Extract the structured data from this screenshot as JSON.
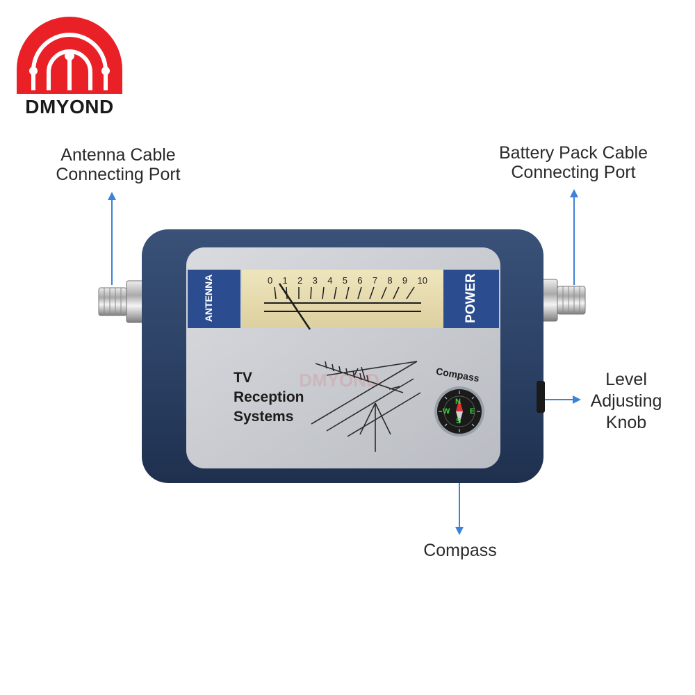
{
  "brand": {
    "name": "DMYOND",
    "colors": {
      "logo_red": "#ea2027",
      "logo_text": "#1a1a1a"
    }
  },
  "callouts": {
    "antenna_port": [
      "Antenna Cable",
      "Connecting Port"
    ],
    "battery_port": [
      "Battery Pack Cable",
      "Connecting Port"
    ],
    "level_knob": [
      "Level",
      "Adjusting",
      "Knob"
    ],
    "compass": "Compass"
  },
  "device": {
    "left_label": "ANTENNA",
    "right_label": "POWER",
    "title_lines": [
      "TV",
      "Reception",
      "Systems"
    ],
    "compass_label": "Compass",
    "meter_scale": [
      "0",
      "1",
      "2",
      "3",
      "4",
      "5",
      "6",
      "7",
      "8",
      "9",
      "10"
    ],
    "watermark": "DMYOND",
    "compass_letters": [
      "N",
      "E",
      "S",
      "W"
    ],
    "colors": {
      "body": "#2c4266",
      "panel": "#c9ccd1",
      "meter_face": "#e8ddb2",
      "side_label_bg": "#2b4c8e",
      "arrow": "#3c82d8"
    }
  },
  "icons": [
    "brand-logo-icon",
    "f-connector-icon",
    "antenna-drawing-icon",
    "compass-dial-icon",
    "arrow-icon"
  ]
}
